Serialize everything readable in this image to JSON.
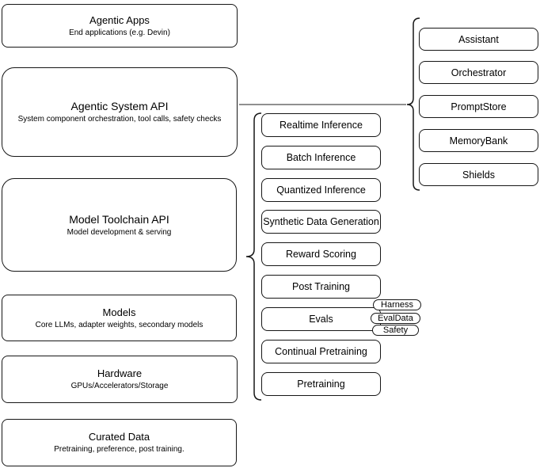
{
  "diagram": {
    "stack": [
      {
        "title": "Agentic Apps",
        "subtitle": "End applications (e.g. Devin)"
      },
      {
        "title": "Agentic System API",
        "subtitle": "System component orchestration, tool calls, safety checks"
      },
      {
        "title": "Model Toolchain API",
        "subtitle": "Model development & serving"
      },
      {
        "title": "Models",
        "subtitle": "Core LLMs, adapter weights, secondary models"
      },
      {
        "title": "Hardware",
        "subtitle": "GPUs/Accelerators/Storage"
      },
      {
        "title": "Curated Data",
        "subtitle": "Pretraining, preference, post training."
      }
    ],
    "toolchain_items": [
      "Realtime Inference",
      "Batch Inference",
      "Quantized Inference",
      "Synthetic Data Generation",
      "Reward Scoring",
      "Post Training",
      "Evals",
      "Continual Pretraining",
      "Pretraining"
    ],
    "eval_tags": [
      "Harness",
      "EvalData",
      "Safety"
    ],
    "system_components": [
      "Assistant",
      "Orchestrator",
      "PromptStore",
      "MemoryBank",
      "Shields"
    ],
    "colors": {
      "border": "#161616",
      "background": "#ffffff",
      "text": "#000000",
      "connector": "#6b6b6b"
    }
  }
}
